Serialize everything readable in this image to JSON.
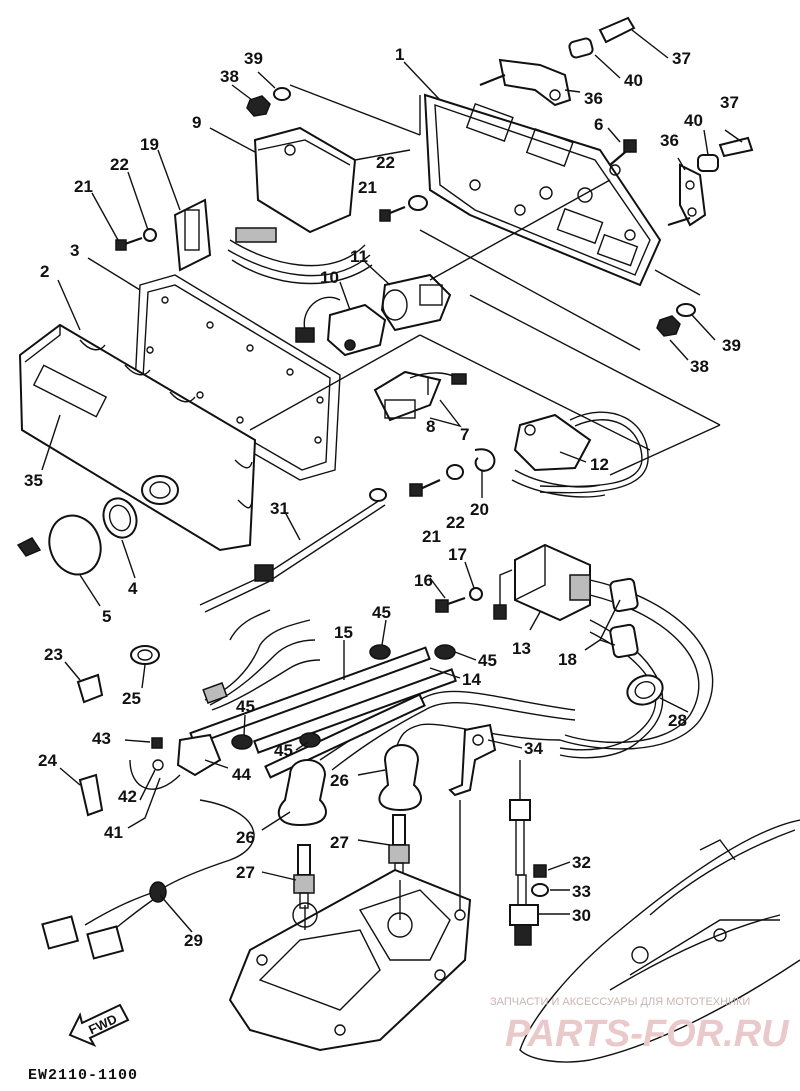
{
  "diagram": {
    "footer_code": "EW2110-1100",
    "fwd_label": "FWD",
    "watermark_small": "ЗАПЧАСТИ И АКСЕССУАРЫ ДЛЯ МОТОТЕХНИКИ",
    "watermark_big": "PARTS-FOR.RU",
    "part_labels": [
      "1",
      "2",
      "3",
      "4",
      "5",
      "6",
      "7",
      "8",
      "9",
      "10",
      "11",
      "12",
      "13",
      "14",
      "15",
      "16",
      "17",
      "18",
      "19",
      "20",
      "21",
      "22",
      "23",
      "24",
      "25",
      "26",
      "27",
      "28",
      "29",
      "30",
      "31",
      "32",
      "33",
      "34",
      "35",
      "36",
      "37",
      "38",
      "39",
      "40",
      "41",
      "42",
      "43",
      "44",
      "45"
    ],
    "labels": {
      "p1": "1",
      "p2": "2",
      "p3": "3",
      "p4": "4",
      "p5": "5",
      "p6": "6",
      "p7": "7",
      "p8": "8",
      "p9": "9",
      "p10": "10",
      "p11": "11",
      "p12": "12",
      "p13": "13",
      "p14": "14",
      "p15": "15",
      "p16": "16",
      "p17": "17",
      "p18": "18",
      "p19": "19",
      "p20": "20",
      "p21": "21",
      "p22": "22",
      "p23": "23",
      "p24": "24",
      "p25": "25",
      "p26": "26",
      "p27": "27",
      "p28": "28",
      "p29": "29",
      "p30": "30",
      "p31": "31",
      "p32": "32",
      "p33": "33",
      "p34": "34",
      "p35": "35",
      "p36": "36",
      "p37": "37",
      "p38": "38",
      "p39": "39",
      "p40": "40",
      "p41": "41",
      "p42": "42",
      "p43": "43",
      "p44": "44",
      "p45": "45"
    }
  }
}
